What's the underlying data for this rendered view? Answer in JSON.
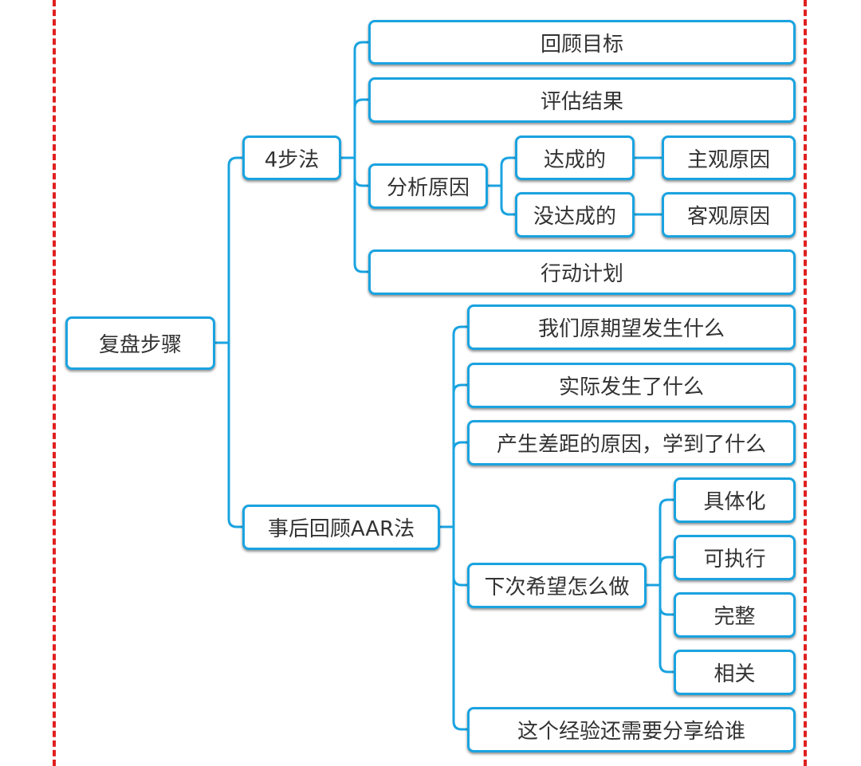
{
  "colors": {
    "node_border": "#1aa3e0",
    "connector": "#1aa3e0",
    "guide_dash": "#e02020",
    "text": "#333333"
  },
  "root": {
    "label": "复盘步骤"
  },
  "branch_four_step": {
    "label": "4步法",
    "children": [
      {
        "label": "回顾目标"
      },
      {
        "label": "评估结果"
      },
      {
        "label": "分析原因",
        "children": [
          {
            "label": "达成的",
            "children": [
              {
                "label": "主观原因"
              }
            ]
          },
          {
            "label": "没达成的",
            "children": [
              {
                "label": "客观原因"
              }
            ]
          }
        ]
      },
      {
        "label": "行动计划"
      }
    ]
  },
  "branch_aar": {
    "label": "事后回顾AAR法",
    "children": [
      {
        "label": "我们原期望发生什么"
      },
      {
        "label": "实际发生了什么"
      },
      {
        "label": "产生差距的原因，学到了什么"
      },
      {
        "label": "下次希望怎么做",
        "children": [
          {
            "label": "具体化"
          },
          {
            "label": "可执行"
          },
          {
            "label": "完整"
          },
          {
            "label": "相关"
          }
        ]
      },
      {
        "label": "这个经验还需要分享给谁"
      }
    ]
  }
}
